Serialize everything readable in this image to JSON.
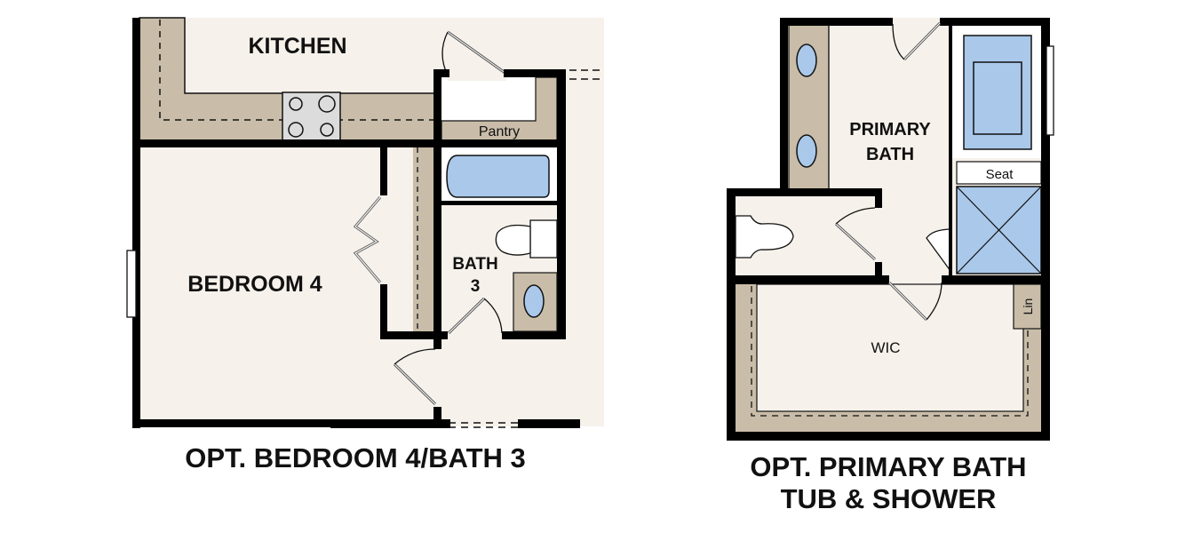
{
  "colors": {
    "wall": "#000000",
    "floor": "#f6f1ea",
    "counter": "#c9bda9",
    "fixture_blue": "#a9c8ea",
    "cooktop": "#dcdcdc",
    "white": "#ffffff"
  },
  "plan_left": {
    "rooms": {
      "kitchen": "KITCHEN",
      "pantry": "Pantry",
      "bedroom": "BEDROOM 4",
      "bath_line1": "BATH",
      "bath_line2": "3"
    },
    "caption": "OPT. BEDROOM 4/BATH 3"
  },
  "plan_right": {
    "rooms": {
      "primary_line1": "PRIMARY",
      "primary_line2": "BATH",
      "seat": "Seat",
      "wic": "WIC",
      "linen": "Lin"
    },
    "caption_line1": "OPT. PRIMARY BATH",
    "caption_line2": "TUB & SHOWER"
  }
}
